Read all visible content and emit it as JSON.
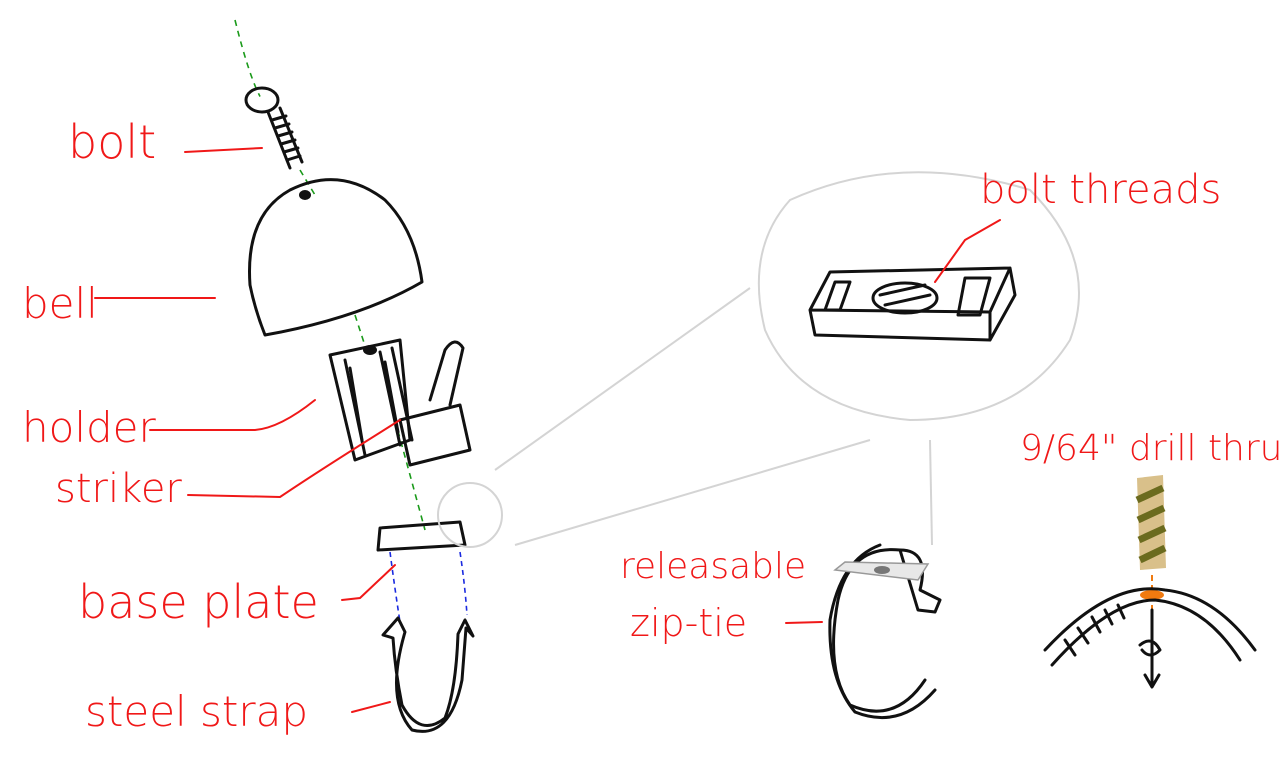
{
  "labels": {
    "bolt": "bolt",
    "bell": "bell",
    "holder": "holder",
    "striker": "striker",
    "base_plate": "base plate",
    "steel_strap": "steel strap",
    "bolt_threads": "bolt threads",
    "zip_tie_line1": "releasable",
    "zip_tie_line2": "zip-tie",
    "drill": "9/64\" drill thru"
  },
  "colors": {
    "label": "#f01818",
    "ink": "#111111",
    "axis_line": "#1a9a1a",
    "strap_guide": "#1a2ae0",
    "callout": "#d4d4d4",
    "drill_bit": "#d9c08a",
    "drill_groove": "#6b6b1e",
    "drill_point": "#f07a10"
  }
}
